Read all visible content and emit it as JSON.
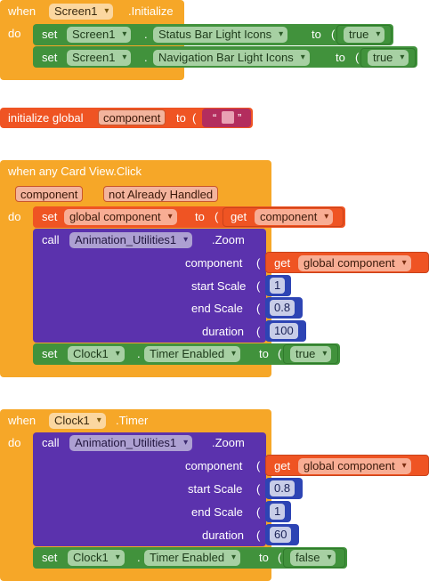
{
  "block1": {
    "when": "when",
    "component": "Screen1",
    "event": ".Initialize",
    "do": "do",
    "stmt1": {
      "set": "set",
      "component": "Screen1",
      "dot": ".",
      "property": "Status Bar Light Icons",
      "to": "to",
      "value": "true"
    },
    "stmt2": {
      "set": "set",
      "component": "Screen1",
      "dot": ".",
      "property": "Navigation Bar Light Icons",
      "to": "to",
      "value": "true"
    }
  },
  "block2": {
    "label": "initialize global",
    "name": "component",
    "to": "to",
    "quote_open": "“",
    "quote_close": "”"
  },
  "block3": {
    "title": "when any Card View.Click",
    "param1": "component",
    "param2": "not Already Handled",
    "do": "do",
    "set_global": {
      "set": "set",
      "var": "global component",
      "to": "to",
      "get": "get",
      "value": "component"
    },
    "call": {
      "call": "call",
      "component": "Animation_Utilities1",
      "method": ".Zoom",
      "args": [
        {
          "label": "component",
          "kind": "get",
          "get": "get",
          "value": "global component"
        },
        {
          "label": "start Scale",
          "kind": "num",
          "value": "1"
        },
        {
          "label": "end Scale",
          "kind": "num",
          "value": "0.8"
        },
        {
          "label": "duration",
          "kind": "num",
          "value": "100"
        }
      ]
    },
    "set_clock": {
      "set": "set",
      "component": "Clock1",
      "dot": ".",
      "property": "Timer Enabled",
      "to": "to",
      "value": "true"
    }
  },
  "block4": {
    "when": "when",
    "component": "Clock1",
    "event": ".Timer",
    "do": "do",
    "call": {
      "call": "call",
      "component": "Animation_Utilities1",
      "method": ".Zoom",
      "args": [
        {
          "label": "component",
          "kind": "get",
          "get": "get",
          "value": "global component"
        },
        {
          "label": "start Scale",
          "kind": "num",
          "value": "0.8"
        },
        {
          "label": "end Scale",
          "kind": "num",
          "value": "1"
        },
        {
          "label": "duration",
          "kind": "num",
          "value": "60"
        }
      ]
    },
    "set_clock": {
      "set": "set",
      "component": "Clock1",
      "dot": ".",
      "property": "Timer Enabled",
      "to": "to",
      "value": "false"
    }
  },
  "colors": {
    "event_block": "#f6a728",
    "component_set": "#41923c",
    "variable": "#ef5423",
    "procedure_call": "#5b32ad",
    "math": "#2d44b4",
    "logic": "#41923c",
    "text": "#b32d5e"
  }
}
